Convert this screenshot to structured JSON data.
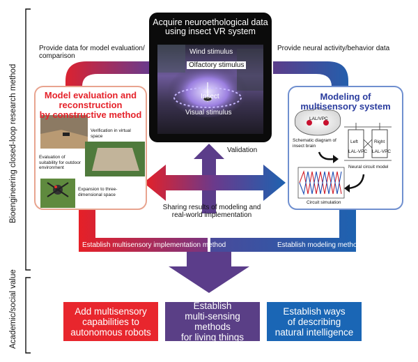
{
  "side_labels": {
    "research": "Bioengineering closed-loop research method",
    "value": "Academic/social value"
  },
  "center_box": {
    "title_line1": "Acquire neuroethological data",
    "title_line2": "using insect VR system",
    "photo_labels": {
      "wind": "Wind stimulus",
      "olfactory": "Olfactory stimulus",
      "insect": "Insect",
      "visual": "Visual stimulus"
    }
  },
  "arrow_labels": {
    "left_top": "Provide data for model evaluation/ comparison",
    "right_top": "Provide neural activity/behavior data",
    "validation": "Validation",
    "sharing_line1": "Sharing results of modeling and",
    "sharing_line2": "real-world implementation",
    "left_bottom": "Establish multisensory implementation method",
    "right_bottom": "Establish modeling method"
  },
  "left_panel": {
    "title_line1": "Model evaluation and",
    "title_line2": "reconstruction",
    "title_line3": "by constructive method",
    "captions": {
      "virtual": "Verification in virtual space",
      "outdoor": "Evaluation of suitability for outdoor environment",
      "expansion": "Expansion to three-dimensional space"
    }
  },
  "right_panel": {
    "title_line1": "Modeling of",
    "title_line2": "multisensory system",
    "captions": {
      "brain_label": "LAL/VPC",
      "brain": "Schematic diagram of insect brain",
      "circuit": "Neural circuit model",
      "simulation": "Circuit simulation",
      "left": "Left",
      "right": "Right",
      "lal_vpc_left": "LAL-VPC",
      "lal_vpc_right": "LAL-VPC"
    }
  },
  "outcomes": [
    {
      "line1": "Add multisensory",
      "line2": "capabilities to",
      "line3": "autonomous robots",
      "color": "#e8262d"
    },
    {
      "line1": "Establish",
      "line2": "multi-sensing methods",
      "line3": "for living things",
      "color": "#5a3f86"
    },
    {
      "line1": "Establish ways",
      "line2": "of describing",
      "line3": "natural intelligence",
      "color": "#1a66b5"
    }
  ],
  "colors": {
    "red": "#e62027",
    "purple": "#5b3d8a",
    "blue": "#1e62b0",
    "left_panel_border": "#e8a48f",
    "right_panel_border": "#6f8fcf",
    "right_title": "#2a3c9e",
    "left_title": "#e5222a"
  }
}
